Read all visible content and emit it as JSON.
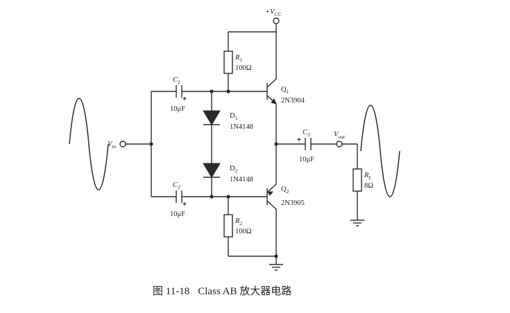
{
  "supply": {
    "label": "+V",
    "sub": "CC"
  },
  "input": {
    "label": "V",
    "sub": "in"
  },
  "output": {
    "label": "V",
    "sub": "out"
  },
  "components": {
    "r1": {
      "name": "R",
      "sub": "1",
      "value": "100Ω"
    },
    "r2": {
      "name": "R",
      "sub": "2",
      "value": "100Ω"
    },
    "rl": {
      "name": "R",
      "sub": "L",
      "value": "8Ω"
    },
    "c1": {
      "name": "C",
      "sub": "1",
      "value": "10μF",
      "polarity": "+"
    },
    "c2": {
      "name": "C",
      "sub": "2",
      "value": "10μF",
      "polarity": "+"
    },
    "c3": {
      "name": "C",
      "sub": "3",
      "value": "10μF",
      "polarity": "+"
    },
    "d1": {
      "name": "D",
      "sub": "1",
      "part": "1N4148"
    },
    "d2": {
      "name": "D",
      "sub": "2",
      "part": "1N4148"
    },
    "q1": {
      "name": "Q",
      "sub": "1",
      "part": "2N3904"
    },
    "q2": {
      "name": "Q",
      "sub": "2",
      "part": "2N3905"
    }
  },
  "caption": {
    "figure": "图 11-18",
    "title": "Class AB 放大器电路"
  }
}
